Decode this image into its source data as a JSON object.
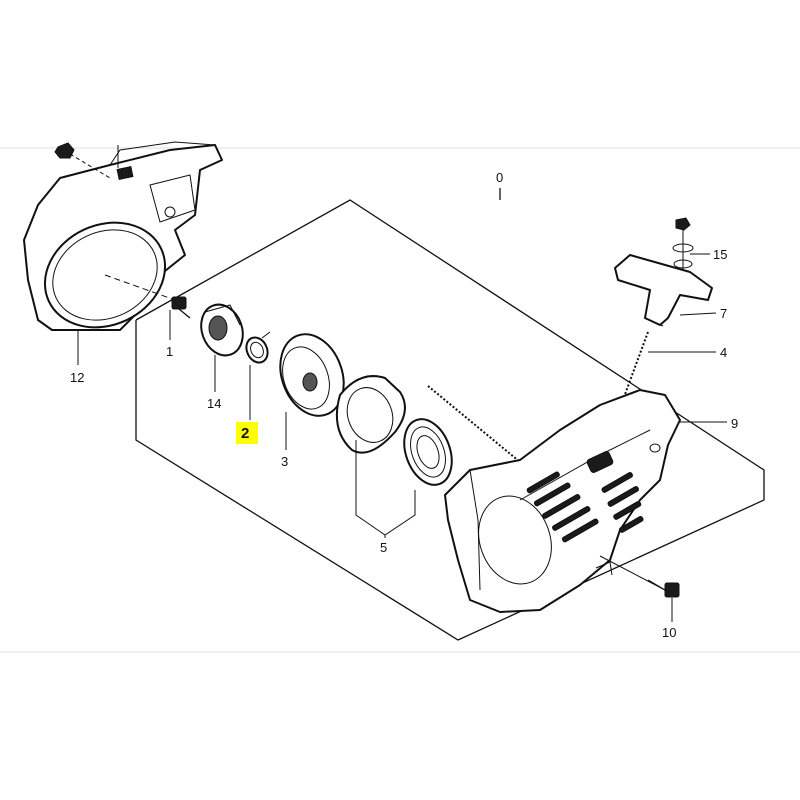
{
  "diagram": {
    "highlight_color": "#ffff00",
    "highlighted_label": "2",
    "labels": {
      "assembly": "0",
      "screw": "1",
      "spring_clip": "2",
      "pulley": "3",
      "rope": "4",
      "spring_set": "5",
      "handle": "7",
      "starter_housing": "9",
      "housing_bolt": "10",
      "fan_cover": "12",
      "pawl_plate": "14",
      "grip_washer": "15"
    }
  }
}
